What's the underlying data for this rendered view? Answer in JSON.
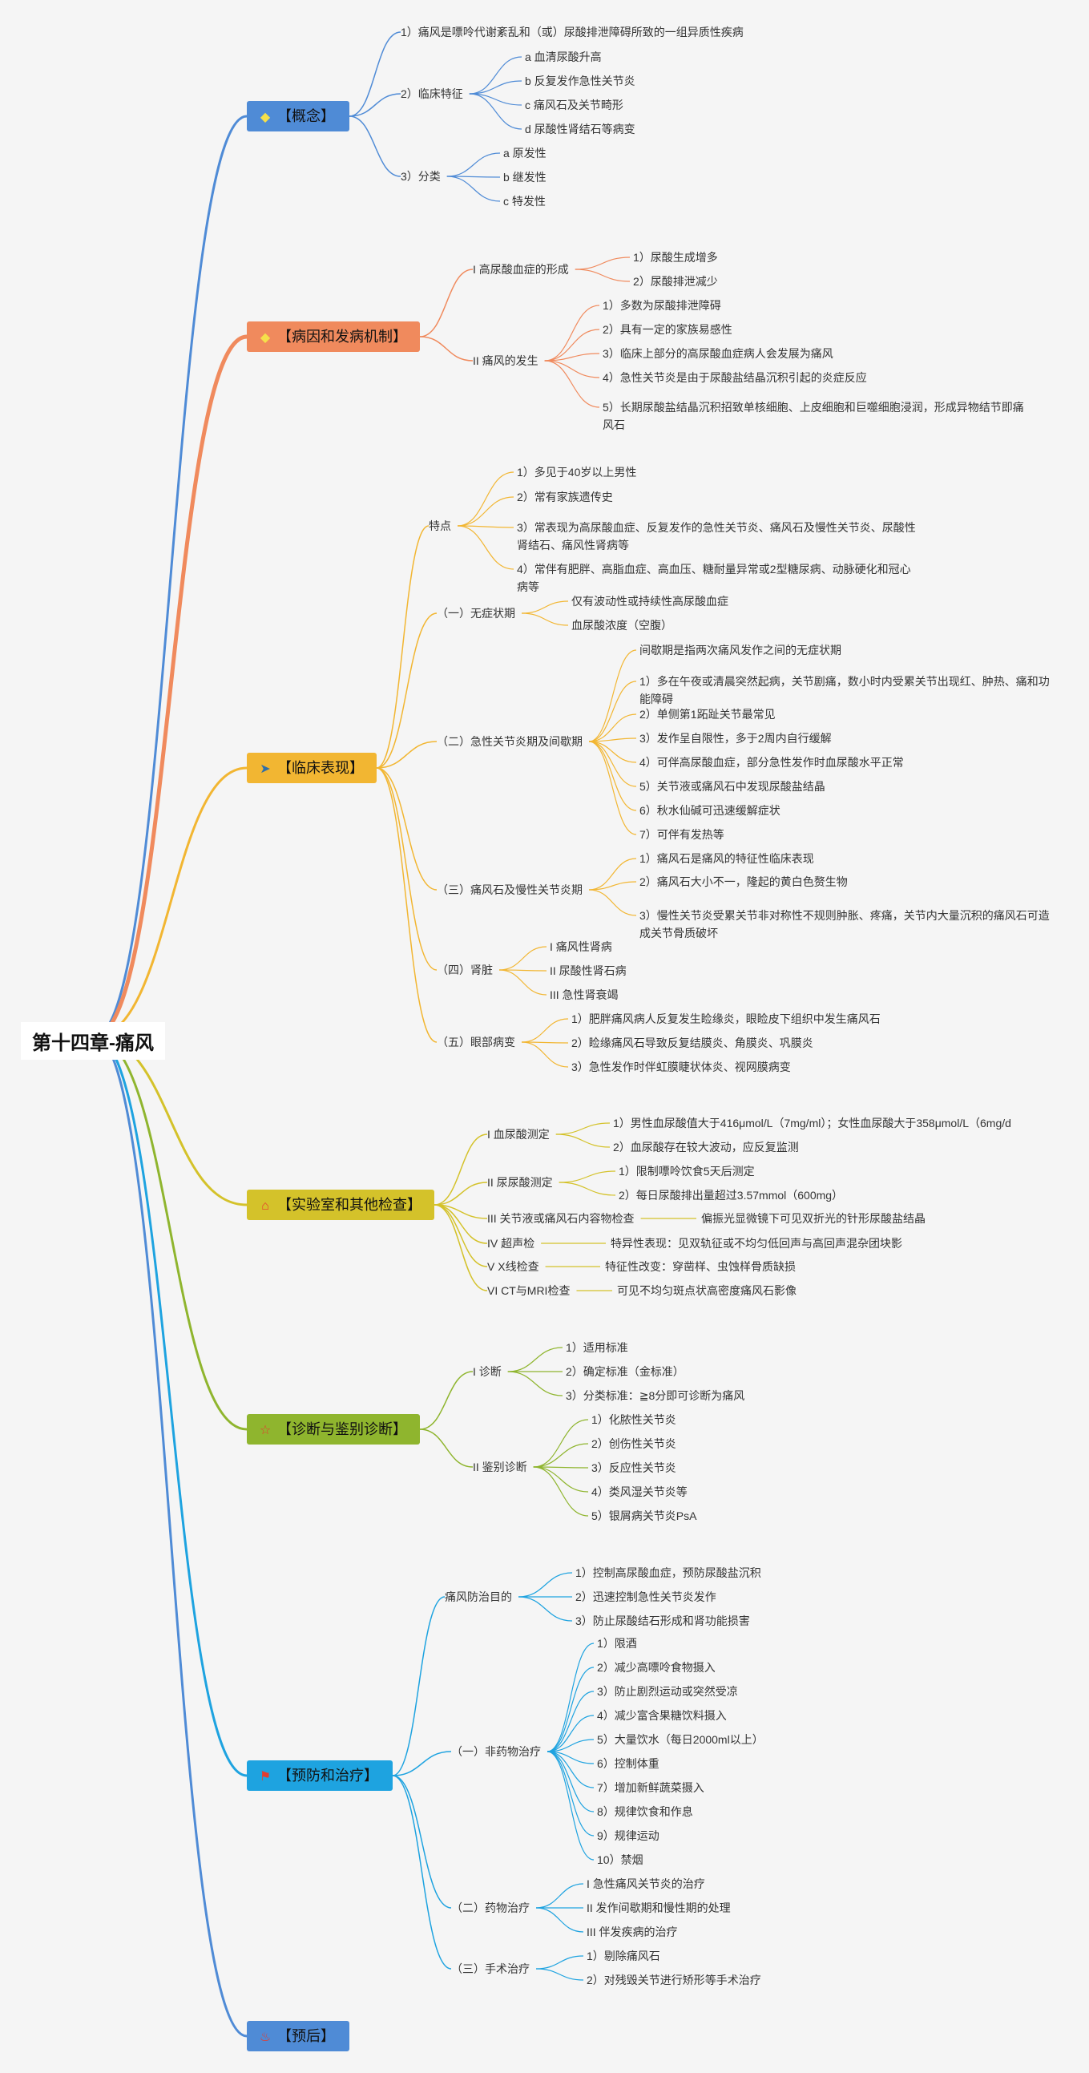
{
  "root": "第十四章-痛风",
  "branches": [
    {
      "label": "【概念】",
      "icon": "gem-icon",
      "color": "#4f8bd6",
      "children": [
        {
          "text": "1）痛风是嘌呤代谢紊乱和（或）尿酸排泄障碍所致的一组异质性疾病"
        },
        {
          "text": "2）临床特征",
          "children": [
            {
              "text": "a 血清尿酸升高"
            },
            {
              "text": "b 反复发作急性关节炎"
            },
            {
              "text": "c 痛风石及关节畸形"
            },
            {
              "text": "d 尿酸性肾结石等病变"
            }
          ]
        },
        {
          "text": "3）分类",
          "children": [
            {
              "text": "a 原发性"
            },
            {
              "text": "b 继发性"
            },
            {
              "text": "c 特发性"
            }
          ]
        }
      ]
    },
    {
      "label": "【病因和发病机制】",
      "icon": "gem-icon",
      "color": "#f08a5d",
      "children": [
        {
          "text": "I 高尿酸血症的形成",
          "children": [
            {
              "text": "1）尿酸生成增多"
            },
            {
              "text": "2）尿酸排泄减少"
            }
          ]
        },
        {
          "text": "II 痛风的发生",
          "children": [
            {
              "text": "1）多数为尿酸排泄障碍"
            },
            {
              "text": "2）具有一定的家族易感性"
            },
            {
              "text": "3）临床上部分的高尿酸血症病人会发展为痛风"
            },
            {
              "text": "4）急性关节炎是由于尿酸盐结晶沉积引起的炎症反应"
            },
            {
              "text": "5）长期尿酸盐结晶沉积招致单核细胞、上皮细胞和巨噬细胞浸润，形成异物结节即痛风石"
            }
          ]
        }
      ]
    },
    {
      "label": "【临床表现】",
      "icon": "paper-plane-icon",
      "color": "#f2b632",
      "children": [
        {
          "text": "特点",
          "children": [
            {
              "text": "1）多见于40岁以上男性"
            },
            {
              "text": "2）常有家族遗传史"
            },
            {
              "text": "3）常表现为高尿酸血症、反复发作的急性关节炎、痛风石及慢性关节炎、尿酸性肾结石、痛风性肾病等"
            },
            {
              "text": "4）常伴有肥胖、高脂血症、高血压、糖耐量异常或2型糖尿病、动脉硬化和冠心病等"
            }
          ]
        },
        {
          "text": "（一）无症状期",
          "children": [
            {
              "text": "仅有波动性或持续性高尿酸血症"
            },
            {
              "text": "血尿酸浓度（空腹）"
            }
          ]
        },
        {
          "text": "（二）急性关节炎期及间歇期",
          "children": [
            {
              "text": "间歇期是指两次痛风发作之间的无症状期"
            },
            {
              "text": "1）多在午夜或清晨突然起病，关节剧痛，数小时内受累关节出现红、肿热、痛和功能障碍"
            },
            {
              "text": "2）单侧第1跖趾关节最常见"
            },
            {
              "text": "3）发作呈自限性，多于2周内自行缓解"
            },
            {
              "text": "4）可伴高尿酸血症，部分急性发作时血尿酸水平正常"
            },
            {
              "text": "5）关节液或痛风石中发现尿酸盐结晶"
            },
            {
              "text": "6）秋水仙碱可迅速缓解症状"
            },
            {
              "text": "7）可伴有发热等"
            }
          ]
        },
        {
          "text": "（三）痛风石及慢性关节炎期",
          "children": [
            {
              "text": "1）痛风石是痛风的特征性临床表现"
            },
            {
              "text": "2）痛风石大小不一，隆起的黄白色赘生物"
            },
            {
              "text": "3）慢性关节炎受累关节非对称性不规则肿胀、疼痛，关节内大量沉积的痛风石可造成关节骨质破坏"
            }
          ]
        },
        {
          "text": "（四）肾脏",
          "children": [
            {
              "text": "I 痛风性肾病"
            },
            {
              "text": "II 尿酸性肾石病"
            },
            {
              "text": "III 急性肾衰竭"
            }
          ]
        },
        {
          "text": "（五）眼部病变",
          "children": [
            {
              "text": "1）肥胖痛风病人反复发生睑缘炎，眼睑皮下组织中发生痛风石"
            },
            {
              "text": "2）睑缘痛风石导致反复结膜炎、角膜炎、巩膜炎"
            },
            {
              "text": "3）急性发作时伴虹膜睫状体炎、视网膜病变"
            }
          ]
        }
      ]
    },
    {
      "label": "【实验室和其他检查】",
      "icon": "house-icon",
      "color": "#d4c22a",
      "children": [
        {
          "text": "I 血尿酸测定",
          "children": [
            {
              "text": "1）男性血尿酸值大于416μmol/L（7mg/ml）；女性血尿酸大于358μmol/L（6mg/d"
            },
            {
              "text": "2）血尿酸存在较大波动，应反复监测"
            }
          ]
        },
        {
          "text": "II 尿尿酸测定",
          "children": [
            {
              "text": "1）限制嘌呤饮食5天后测定"
            },
            {
              "text": "2）每日尿酸排出量超过3.57mmol（600mg）"
            }
          ]
        },
        {
          "text": "III 关节液或痛风石内容物检查",
          "children": [
            {
              "text": "偏振光显微镜下可见双折光的针形尿酸盐结晶"
            }
          ]
        },
        {
          "text": "IV 超声检",
          "children": [
            {
              "text": "特异性表现：见双轨征或不均匀低回声与高回声混杂团块影"
            }
          ]
        },
        {
          "text": "V X线检查",
          "children": [
            {
              "text": "特征性改变：穿凿样、虫蚀样骨质缺损"
            }
          ]
        },
        {
          "text": "VI CT与MRI检查",
          "children": [
            {
              "text": "可见不均匀斑点状高密度痛风石影像"
            }
          ]
        }
      ]
    },
    {
      "label": "【诊断与鉴别诊断】",
      "icon": "star-icon",
      "color": "#8fb52e",
      "children": [
        {
          "text": "I 诊断",
          "children": [
            {
              "text": "1）适用标准"
            },
            {
              "text": "2）确定标准（金标准）"
            },
            {
              "text": "3）分类标准：≧8分即可诊断为痛风"
            }
          ]
        },
        {
          "text": "II 鉴别诊断",
          "children": [
            {
              "text": "1）化脓性关节炎"
            },
            {
              "text": "2）创伤性关节炎"
            },
            {
              "text": "3）反应性关节炎"
            },
            {
              "text": "4）类风湿关节炎等"
            },
            {
              "text": "5）银屑病关节炎PsA"
            }
          ]
        }
      ]
    },
    {
      "label": "【预防和治疗】",
      "icon": "flag-icon",
      "color": "#1ea3e0",
      "children": [
        {
          "text": "痛风防治目的",
          "children": [
            {
              "text": "1）控制高尿酸血症，预防尿酸盐沉积"
            },
            {
              "text": "2）迅速控制急性关节炎发作"
            },
            {
              "text": "3）防止尿酸结石形成和肾功能损害"
            }
          ]
        },
        {
          "text": "（一）非药物治疗",
          "children": [
            {
              "text": "1）限酒"
            },
            {
              "text": "2）减少高嘌呤食物摄入"
            },
            {
              "text": "3）防止剧烈运动或突然受凉"
            },
            {
              "text": "4）减少富含果糖饮料摄入"
            },
            {
              "text": "5）大量饮水（每日2000ml以上）"
            },
            {
              "text": "6）控制体重"
            },
            {
              "text": "7）增加新鲜蔬菜摄入"
            },
            {
              "text": "8）规律饮食和作息"
            },
            {
              "text": "9）规律运动"
            },
            {
              "text": "10）禁烟"
            }
          ]
        },
        {
          "text": "（二）药物治疗",
          "children": [
            {
              "text": "I 急性痛风关节炎的治疗"
            },
            {
              "text": "II 发作间歇期和慢性期的处理"
            },
            {
              "text": "III 伴发疾病的治疗"
            }
          ]
        },
        {
          "text": "（三）手术治疗",
          "children": [
            {
              "text": "1）剔除痛风石"
            },
            {
              "text": "2）对残毁关节进行矫形等手术治疗"
            }
          ]
        }
      ]
    },
    {
      "label": "【预后】",
      "icon": "fire-icon",
      "color": "#4f8bd6",
      "children": []
    }
  ]
}
